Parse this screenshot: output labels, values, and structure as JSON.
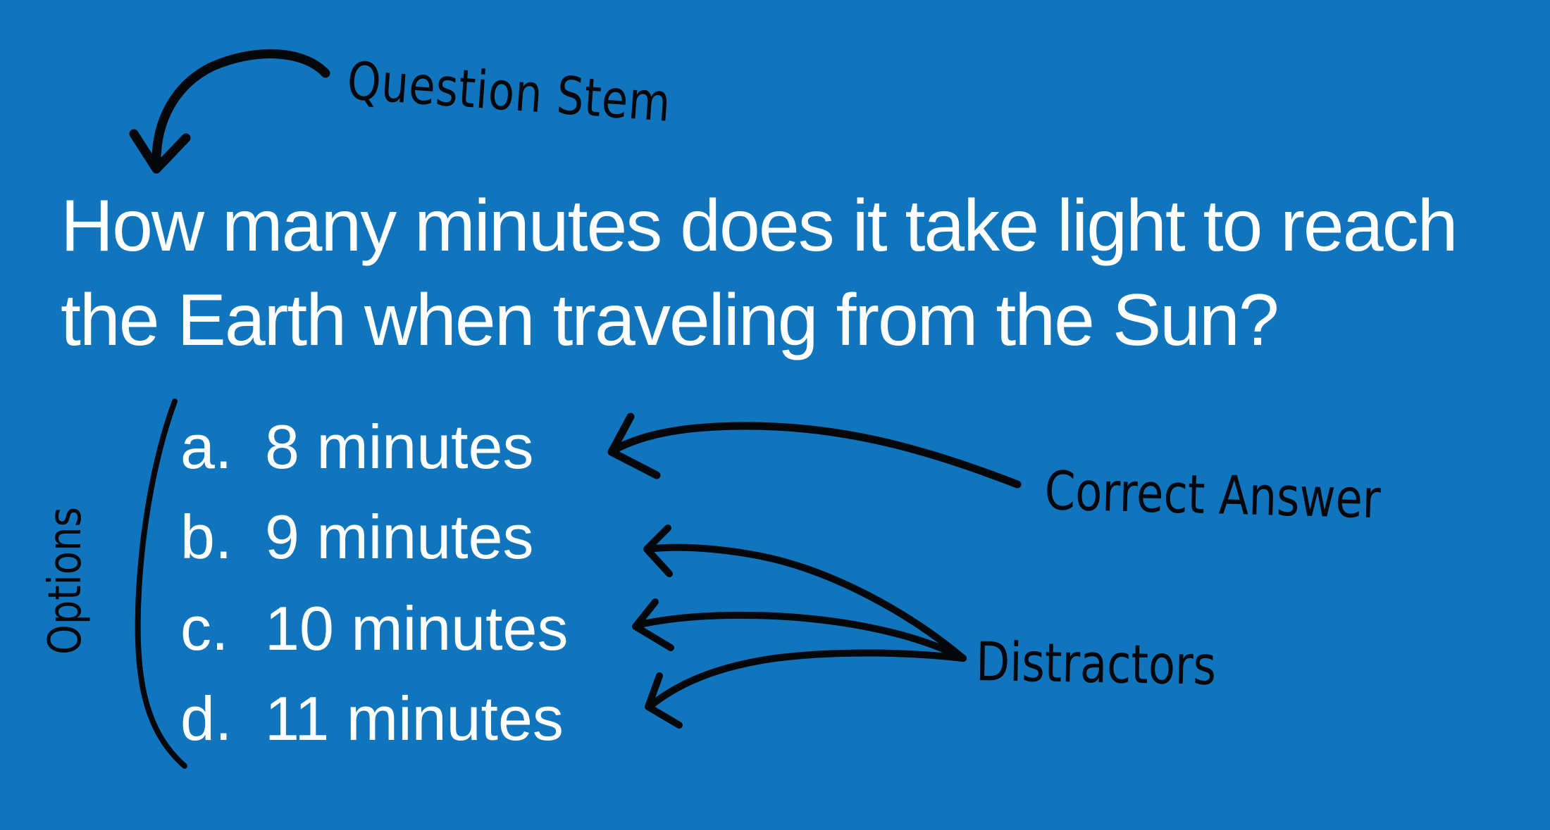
{
  "labels": {
    "question_stem": "Question Stem",
    "correct_answer": "Correct Answer",
    "distractors": "Distractors",
    "options": "Options"
  },
  "question": {
    "line1": "How many minutes does it take light to reach",
    "line2": "the Earth when traveling from the Sun?"
  },
  "options": [
    {
      "letter": "a.",
      "text": "8 minutes",
      "role": "correct"
    },
    {
      "letter": "b.",
      "text": "9 minutes",
      "role": "distractor"
    },
    {
      "letter": "c.",
      "text": "10 minutes",
      "role": "distractor"
    },
    {
      "letter": "d.",
      "text": "11 minutes",
      "role": "distractor"
    }
  ],
  "colors": {
    "background": "#1175bd",
    "text": "#ffffff",
    "annotation": "#05070a"
  }
}
